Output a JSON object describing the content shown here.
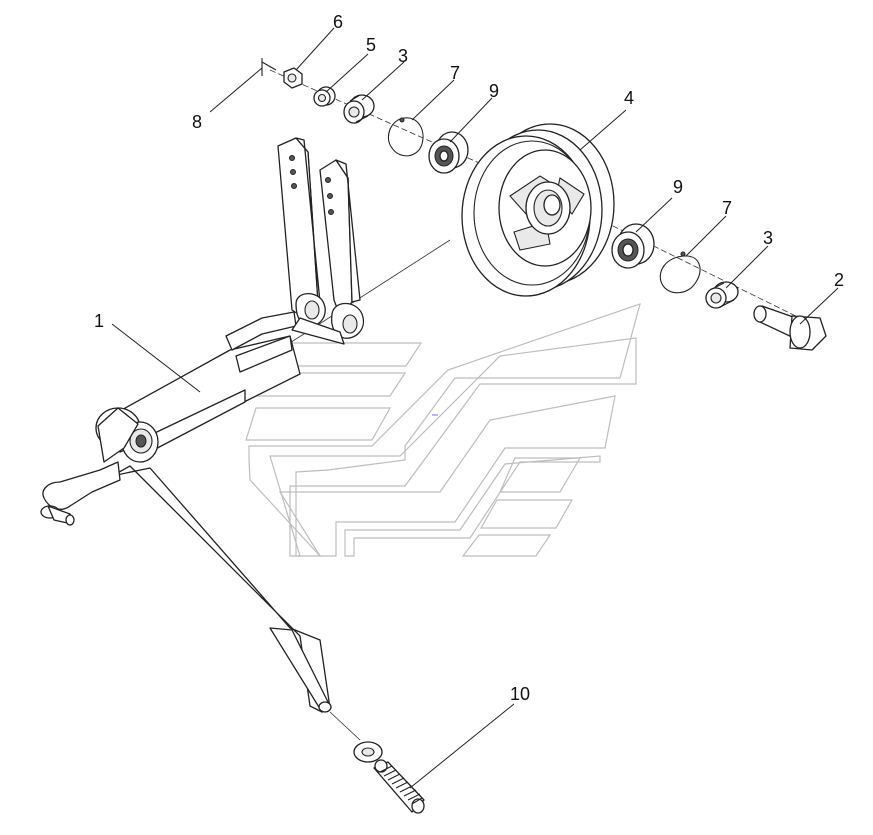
{
  "diagram": {
    "callouts": [
      "1",
      "2",
      "3",
      "3",
      "4",
      "5",
      "6",
      "7",
      "7",
      "8",
      "9",
      "9",
      "10"
    ],
    "colors": {
      "line": "#222222",
      "watermark": "#bdbdbd",
      "background": "#ffffff"
    }
  }
}
